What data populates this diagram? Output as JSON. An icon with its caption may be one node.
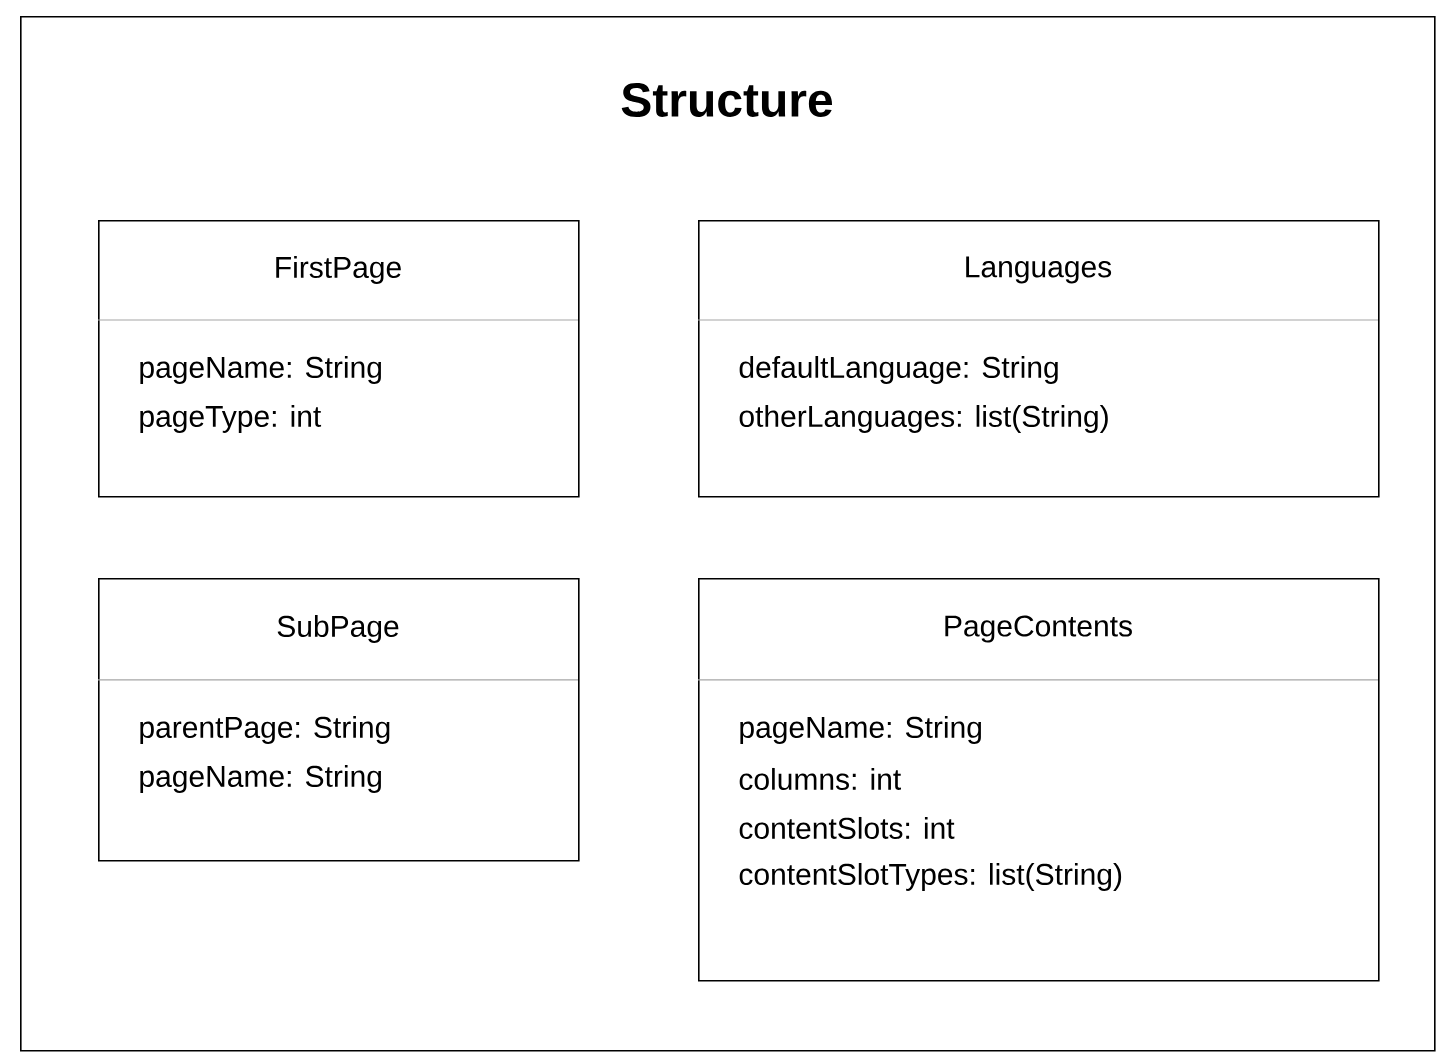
{
  "diagram": {
    "nodes": [
      {
        "text": [
          "Structure"
        ]
      },
      {
        "text": [
          "FirstPage",
          "pageName: String",
          "pageType: int"
        ],
        "in": 0
      },
      {
        "text": [
          "Languages",
          "defaultLanguage: String",
          "otherLanguages: list(String)"
        ],
        "in": 0
      },
      {
        "text": [
          "SubPage",
          "parentPage: String",
          "pageName: String"
        ],
        "in": 0
      },
      {
        "text": [
          "PageContents",
          "pageName: String",
          "columns: int",
          "contentSlots: int",
          "contentSlotTypes: list(String)"
        ],
        "in": 0
      }
    ]
  }
}
